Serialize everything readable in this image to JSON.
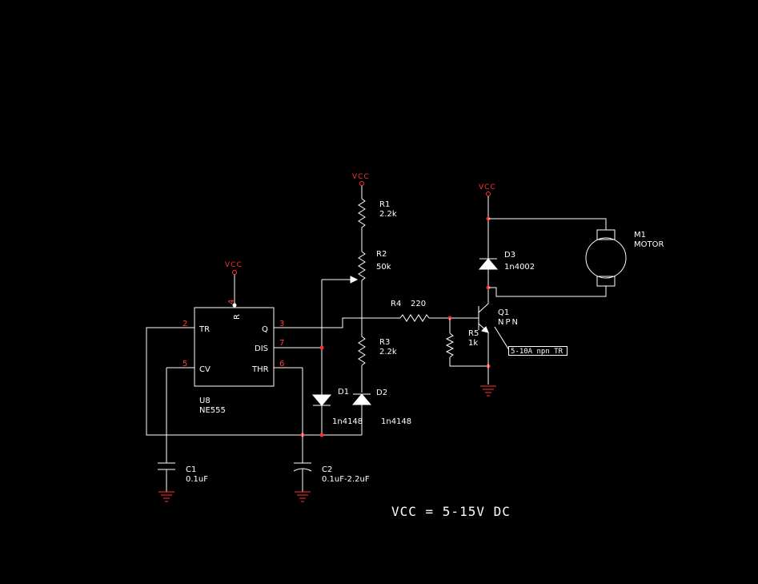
{
  "u8": {
    "ref": "U8",
    "part": "NE555",
    "pin_tr": "TR",
    "pin_q": "Q",
    "pin_dis": "DIS",
    "pin_cv": "CV",
    "pin_thr": "THR",
    "pin_r": "R",
    "n2": "2",
    "n3": "3",
    "n4": "4",
    "n5": "5",
    "n6": "6",
    "n7": "7"
  },
  "vcc_label": "VCC",
  "r1": {
    "ref": "R1",
    "value": "2.2k"
  },
  "r2": {
    "ref": "R2",
    "value": "50k"
  },
  "r3": {
    "ref": "R3",
    "value": "2.2k"
  },
  "r4": {
    "ref": "R4",
    "value": "220"
  },
  "r5": {
    "ref": "R5",
    "value": "1k"
  },
  "d1": {
    "ref": "D1",
    "value": "1n4148"
  },
  "d2": {
    "ref": "D2",
    "value": "1n4148"
  },
  "d3": {
    "ref": "D3",
    "value": "1n4002"
  },
  "q1": {
    "ref": "Q1",
    "value": "NPN",
    "note": "5-10A npn TR"
  },
  "m1": {
    "ref": "M1",
    "value": "MOTOR"
  },
  "c1": {
    "ref": "C1",
    "value": "0.1uF"
  },
  "c2": {
    "ref": "C2",
    "value": "0.1uF-2.2uF"
  },
  "supply_note": "VCC = 5-15V DC",
  "colors": {
    "background": "#000000",
    "wire": "#ffffff",
    "power": "#ff3030"
  }
}
